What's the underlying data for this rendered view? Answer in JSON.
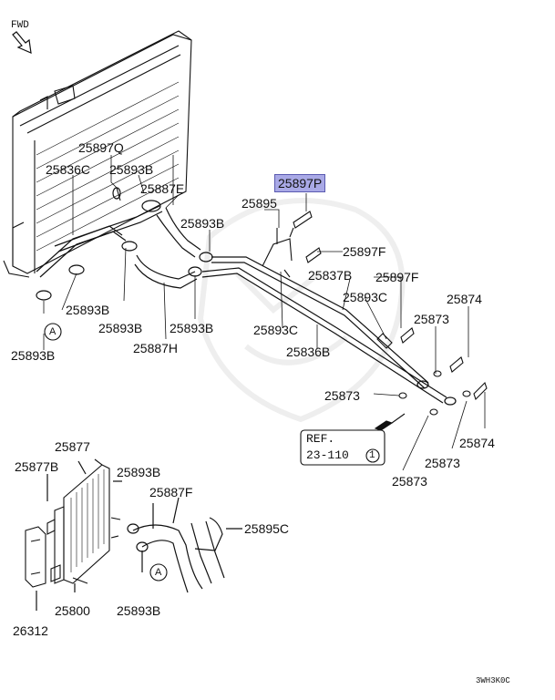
{
  "fwd_label": "FWD",
  "highlighted_part": "25897P",
  "parts": {
    "p25897Q": "25897Q",
    "p25836C": "25836C",
    "p25893B_a": "25893B",
    "p25887E": "25887E",
    "p25895": "25895",
    "p25893B_b": "25893B",
    "p25897F_a": "25897F",
    "p25837B": "25837B",
    "p25897F_b": "25897F",
    "p25893C_a": "25893C",
    "p25874_a": "25874",
    "p25893B_c": "25893B",
    "p25893B_d": "25893B",
    "p25893B_e": "25893B",
    "p25873_a": "25873",
    "p25893C_b": "25893C",
    "p25893B_f": "25893B",
    "p25887H": "25887H",
    "p25836B": "25836B",
    "p25873_b": "25873",
    "p25874_b": "25874",
    "p25877": "25877",
    "p25877B": "25877B",
    "p25893B_g": "25893B",
    "p25887F": "25887F",
    "p25873_c": "25873",
    "p25873_d": "25873",
    "p25895C": "25895C",
    "p25800": "25800",
    "p25893B_h": "25893B",
    "p26312": "26312"
  },
  "callout_letter": "A",
  "reference": {
    "line1": "REF.",
    "line2": "23-110",
    "circled": "1"
  },
  "diagram_code": "3WH3K0C"
}
